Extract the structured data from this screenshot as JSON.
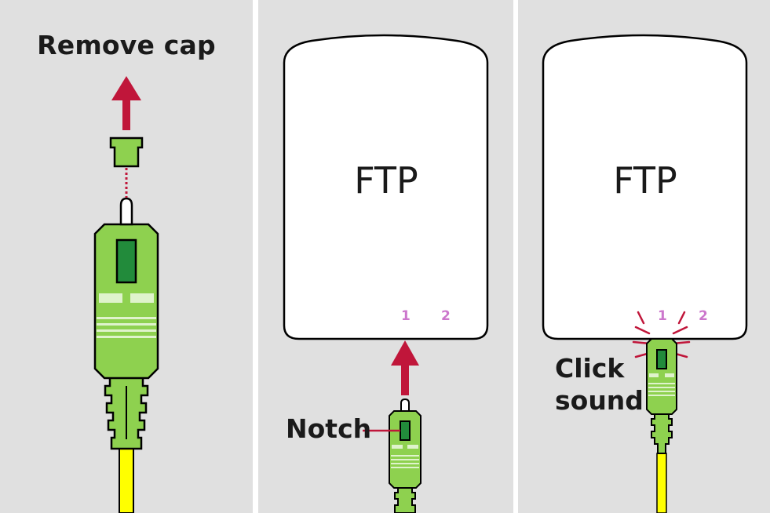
{
  "panels": [
    {
      "title": "Remove cap"
    },
    {
      "device_label": "FTP",
      "ports": [
        "1",
        "2"
      ],
      "callout": "Notch"
    },
    {
      "device_label": "FTP",
      "ports": [
        "1",
        "2"
      ],
      "callout_line1": "Click",
      "callout_line2": "sound"
    }
  ],
  "colors": {
    "background": "#e0e0e0",
    "connector_green": "#8ed14f",
    "window_green": "#228b3b",
    "fiber_yellow": "#ffff00",
    "arrow_red": "#c0163a",
    "port_pink": "#cc77cc"
  }
}
